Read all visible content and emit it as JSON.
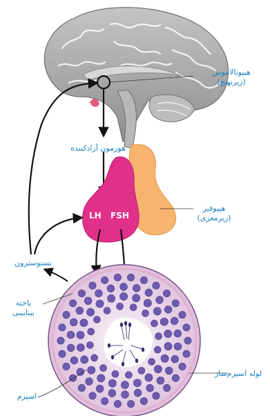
{
  "labels": {
    "hypothalamus": "هیپوتالاموس",
    "hypothalamus_note": "(زیرنهنج)",
    "releasing_hormone": "هورمون آزادکننده",
    "pituitary": "هیپوفیز",
    "pituitary_note": "(زیرمغزی)",
    "testosterone": "تستوسترون",
    "interstitial_cell_line1": "یاخته",
    "interstitial_cell_line2": "بینابینی",
    "seminiferous_tubule": "لوله اسپرم‌ساز",
    "sperm": "اسپرم",
    "lh": "LH",
    "fsh": "FSH"
  },
  "colors": {
    "label_text": "#1a7fc0",
    "brain": "#a8a8a8",
    "pituitary_anterior": "#e0308a",
    "pituitary_posterior": "#f6b46e",
    "tubule_fill": "#e9d3ea",
    "cell_nucleus": "#6e5bb0",
    "arrow": "#111111"
  }
}
